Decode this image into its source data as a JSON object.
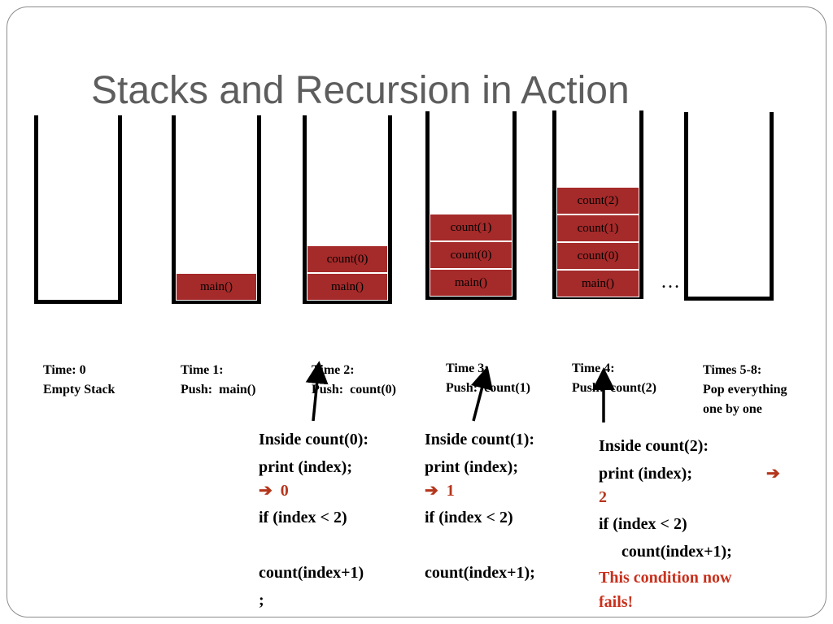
{
  "title": "Stacks and Recursion in Action",
  "colors": {
    "frame_fill": "#a52a2a",
    "output_text": "#b5361c",
    "warning_text": "#c9301c"
  },
  "stacks": [
    {
      "frames": []
    },
    {
      "frames": [
        "main()"
      ]
    },
    {
      "frames": [
        "count(0)",
        "main()"
      ]
    },
    {
      "frames": [
        "count(1)",
        "count(0)",
        "main()"
      ]
    },
    {
      "frames": [
        "count(2)",
        "count(1)",
        "count(0)",
        "main()"
      ]
    },
    {
      "frames": []
    }
  ],
  "ellipsis": "…",
  "time_labels": [
    {
      "line1": "Time: 0",
      "line2": "Empty Stack"
    },
    {
      "line1": "Time 1:",
      "line2": "Push:  main()"
    },
    {
      "line1": "Time 2:",
      "line2": "Push:  count(0)"
    },
    {
      "line1": "Time 3:",
      "line2": "Push:  count(1)"
    },
    {
      "line1": "Time 4:",
      "line2": "Push:  count(2)"
    },
    {
      "line1": "Times 5-8:",
      "line2": "Pop everything",
      "line3": "one by one"
    }
  ],
  "code_blocks": [
    {
      "heading": "Inside count(0):",
      "print": "print (index);",
      "arrow": "➔",
      "output": "0",
      "condition": "if (index < 2)",
      "call_line1": "count(index+1)",
      "call_line2": ";"
    },
    {
      "heading": "Inside count(1):",
      "print": "print (index);",
      "arrow": "➔",
      "output": "1",
      "condition": "if (index < 2)",
      "call_line1": "count(index+1);"
    },
    {
      "heading": "Inside count(2):",
      "print": "print (index);",
      "arrow": "➔",
      "output": "2",
      "condition": "if (index < 2)",
      "call_line1": "count(index+1);",
      "warning_line1": "This condition now",
      "warning_line2": "fails!"
    }
  ]
}
